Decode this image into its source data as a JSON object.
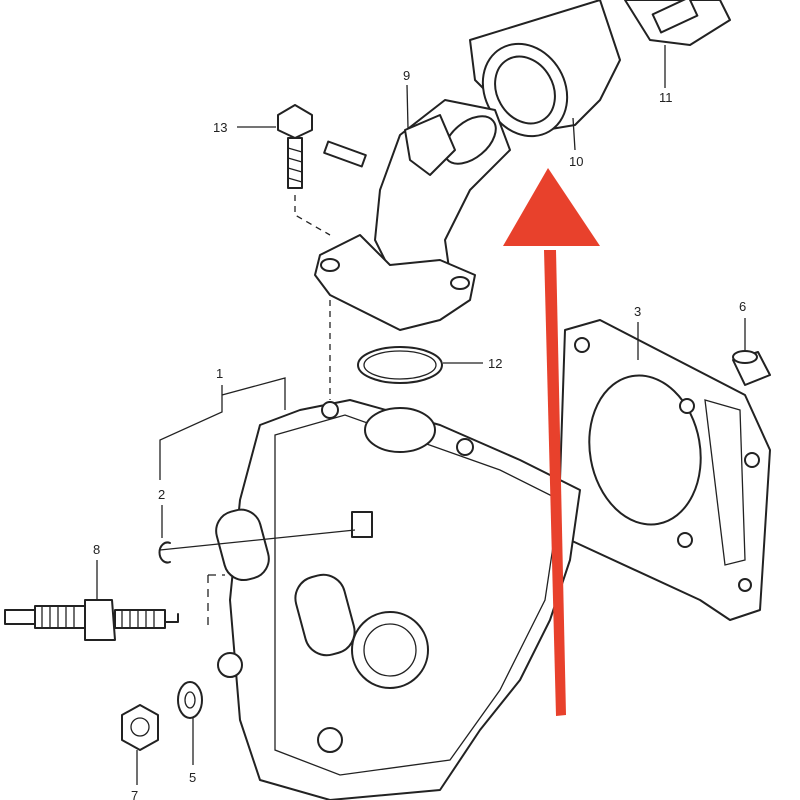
{
  "diagram": {
    "labels": {
      "p1": "1",
      "p2": "2",
      "p3": "3",
      "p5": "5",
      "p6": "6",
      "p7": "7",
      "p8": "8",
      "p9": "9",
      "p10": "10",
      "p11": "11",
      "p12": "12",
      "p13": "13"
    },
    "arrow_color": "#e8412c"
  }
}
